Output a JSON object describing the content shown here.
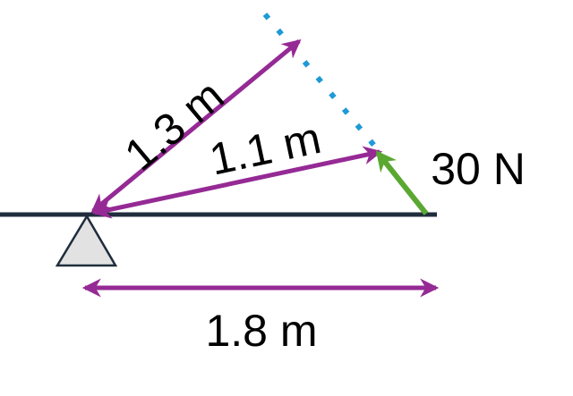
{
  "labels": {
    "upper_arm": "1.3 m",
    "lower_arm": "1.1 m",
    "force": "30 N",
    "beam_length": "1.8 m"
  },
  "colors": {
    "beam": "#1f2d3d",
    "arms": "#952a95",
    "force": "#5aa832",
    "dotted_line": "#1e9ad6",
    "pivot_fill": "#e2e2e2",
    "pivot_stroke": "#1f2d3d"
  }
}
